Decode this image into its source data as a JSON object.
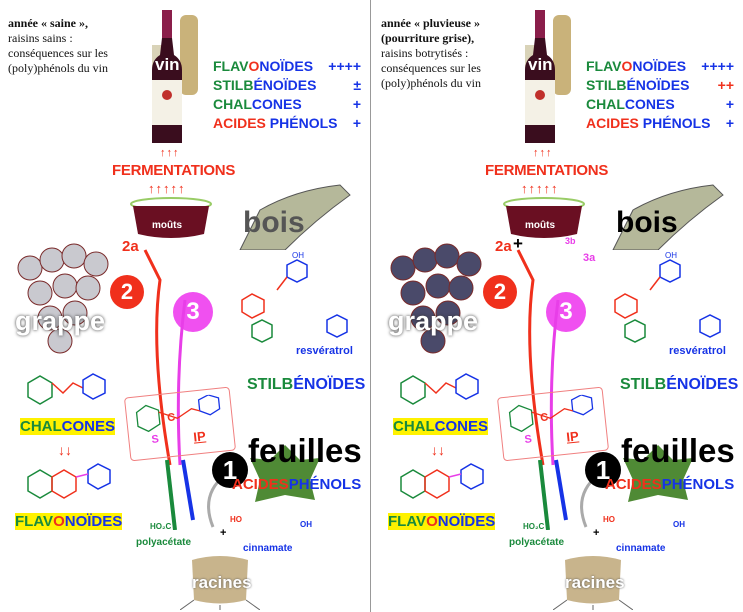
{
  "panels": [
    {
      "intro_bold": [
        "année « saine »,"
      ],
      "intro": [
        "raisins sains :",
        "conséquences sur les",
        "(poly)phénols du vin"
      ],
      "summary": [
        {
          "a": "FLAV",
          "b": "O",
          "c": "NOÏDES",
          "level": "++++",
          "level_color": "#1633e6"
        },
        {
          "a": "STILB",
          "b": "",
          "c": "ÉNOÏDES",
          "level": "±",
          "level_color": "#1633e6"
        },
        {
          "a": "CHAL",
          "b": "",
          "c": "CONES",
          "level": "+",
          "level_color": "#1633e6"
        },
        {
          "a": "ACIDES ",
          "b": "",
          "c": "PHÉNOLS",
          "level": "+",
          "level_color": "#1633e6"
        }
      ],
      "bois_color": "#555555",
      "grape_color": "#c9c9cf",
      "extra_3": false
    },
    {
      "intro_bold": [
        "année « pluvieuse »",
        "(pourriture grise),"
      ],
      "intro": [
        "raisins botrytisés :",
        "conséquences sur les",
        "(poly)phénols du vin"
      ],
      "summary": [
        {
          "a": "FLAV",
          "b": "O",
          "c": "NOÏDES",
          "level": "++++",
          "level_color": "#1633e6"
        },
        {
          "a": "STILB",
          "b": "",
          "c": "ÉNOÏDES",
          "level": "++",
          "level_color": "#f0301c"
        },
        {
          "a": "CHAL",
          "b": "",
          "c": "CONES",
          "level": "+",
          "level_color": "#1633e6"
        },
        {
          "a": "ACIDES ",
          "b": "",
          "c": "PHÉNOLS",
          "level": "+",
          "level_color": "#1633e6"
        }
      ],
      "bois_color": "#000000",
      "grape_color": "#4a4a6a",
      "extra_3": true
    }
  ],
  "labels": {
    "vin": "vin",
    "fermentations": "FERMENTATIONS",
    "mouts": "moûts",
    "bois": "bois",
    "grappe": "grappe",
    "n1": "1",
    "n2": "2",
    "n3": "3",
    "l2a": "2a",
    "l3a": "3a",
    "l3b": "3b",
    "plus": "+",
    "resveratrol": "resvératrol",
    "stilb_a": "STILB",
    "stilb_b": "ÉNOÏDES",
    "chal_a": "CHAL",
    "chal_b": "CONES",
    "flav_a": "FLAV",
    "flav_b": "O",
    "flav_c": "NOÏDES",
    "ip": "IP",
    "s": "S",
    "c": "C",
    "feuilles": "feuilles",
    "acides": "ACIDES",
    "phenols": "PHÉNOLS",
    "polyacetate": "polyacétate",
    "cinnamate": "cinnamate",
    "racines": "racines",
    "oh": "OH",
    "ho": "HO"
  }
}
